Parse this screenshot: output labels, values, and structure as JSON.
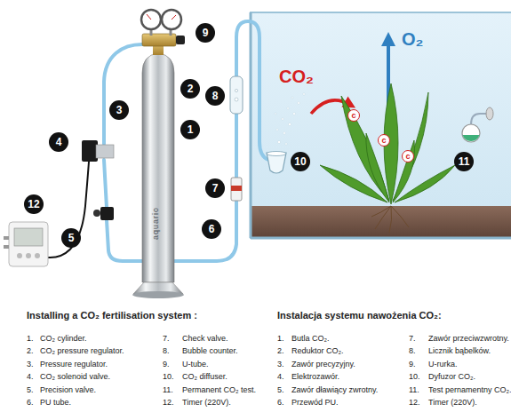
{
  "diagram": {
    "nodes": [
      {
        "text": [
          "9"
        ]
      },
      {
        "text": [
          "2"
        ]
      },
      {
        "text": [
          "8"
        ]
      },
      {
        "text": [
          "3"
        ]
      },
      {
        "text": [
          "c"
        ]
      },
      {
        "text": [
          "1"
        ]
      },
      {
        "text": [
          "4"
        ]
      },
      {
        "text": [
          "c"
        ]
      },
      {
        "text": [
          "c"
        ]
      },
      {
        "text": [
          "10"
        ]
      },
      {
        "text": [
          "11"
        ]
      },
      {
        "text": [
          "7"
        ]
      },
      {
        "text": [
          "12"
        ]
      },
      {
        "text": [
          "6"
        ]
      },
      {
        "text": [
          "5"
        ]
      }
    ],
    "labels": [
      "CO₂",
      "O₂",
      "aquario",
      "Installing a CO₂ fertilisation system :",
      "1.",
      "CO₂ cylinder.",
      "2.",
      "CO₂ pressure regulator.",
      "3.",
      "Pressure regulator.",
      "4.",
      "CO₂ solenoid valve.",
      "5.",
      "Precision valve.",
      "6.",
      "PU tube.",
      "7.",
      "Check valve.",
      "8.",
      "Bubble counter.",
      "9.",
      "U-tube.",
      "10.",
      "CO₂ diffuser.",
      "11.",
      "Permanent CO₂ test.",
      "12.",
      "Timer (220V).",
      "Instalacja systemu nawożenia CO₂:",
      "1.",
      "Butla CO₂.",
      "2.",
      "Reduktor CO₂.",
      "3.",
      "Zawór precyzyjny.",
      "4.",
      "Elektrozawór.",
      "5.",
      "Zawór dławiący zwrotny.",
      "6.",
      "Przewód PU.",
      "7.",
      "Zawór przeciwzwrotny.",
      "8.",
      "Licznik bąbelków.",
      "9.",
      "U-rurka.",
      "10.",
      "Dyfuzor CO₂.",
      "11.",
      "Test pernamentny CO₂.",
      "12.",
      "Timer (220V)."
    ]
  }
}
